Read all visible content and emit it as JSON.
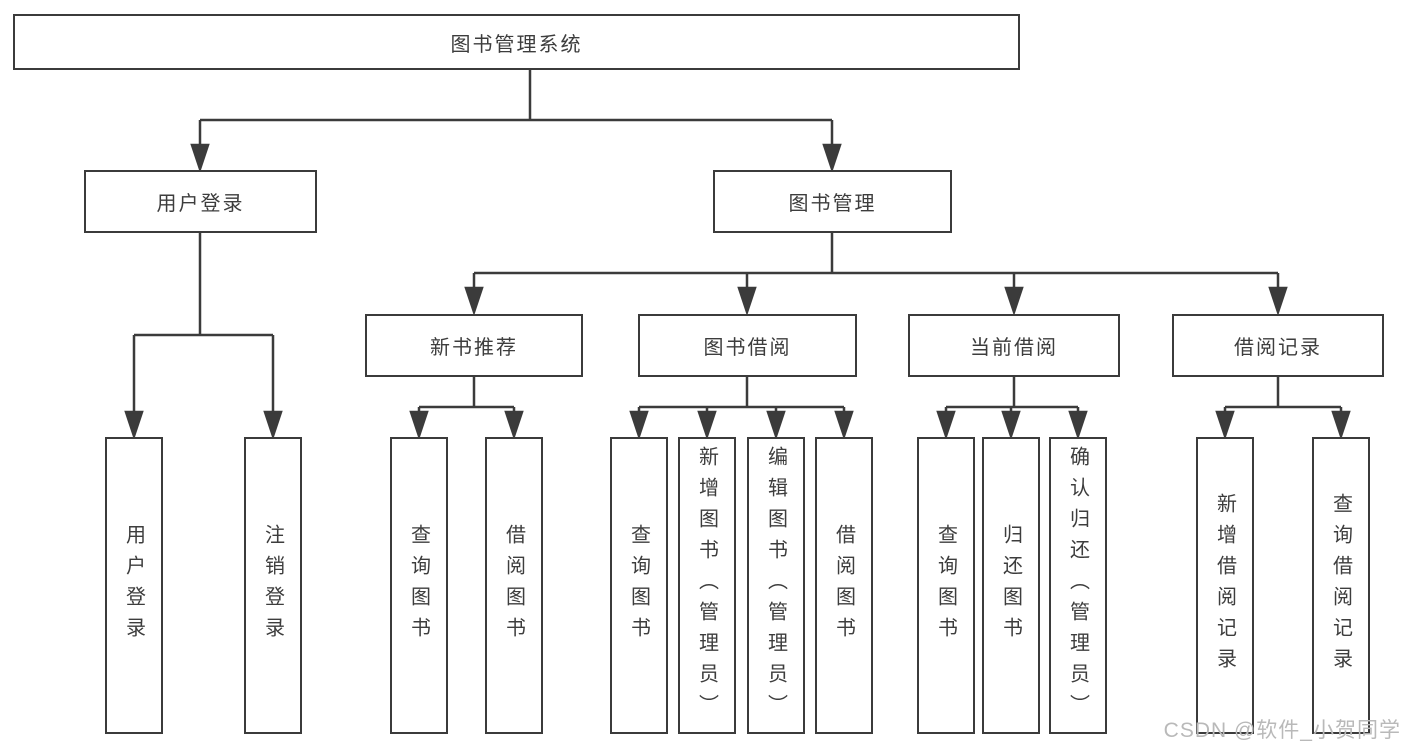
{
  "tree": {
    "root": {
      "label": "图书管理系统",
      "children": [
        {
          "label": "用户登录",
          "children": [
            {
              "label": "用户登录"
            },
            {
              "label": "注销登录"
            }
          ]
        },
        {
          "label": "图书管理",
          "children": [
            {
              "label": "新书推荐",
              "children": [
                {
                  "label": "查询图书"
                },
                {
                  "label": "借阅图书"
                }
              ]
            },
            {
              "label": "图书借阅",
              "children": [
                {
                  "label": "查询图书"
                },
                {
                  "label": "新增图书（管理员）"
                },
                {
                  "label": "编辑图书（管理员）"
                },
                {
                  "label": "借阅图书"
                }
              ]
            },
            {
              "label": "当前借阅",
              "children": [
                {
                  "label": "查询图书"
                },
                {
                  "label": "归还图书"
                },
                {
                  "label": "确认归还（管理员）"
                }
              ]
            },
            {
              "label": "借阅记录",
              "children": [
                {
                  "label": "新增借阅记录"
                },
                {
                  "label": "查询借阅记录"
                }
              ]
            }
          ]
        }
      ]
    }
  },
  "watermark": {
    "text": "CSDN @软件_小贺同学"
  },
  "colors": {
    "line": "#3b3b3b",
    "text": "#3d3d3d",
    "watermark": "#b9b9b9",
    "background": "#ffffff"
  }
}
